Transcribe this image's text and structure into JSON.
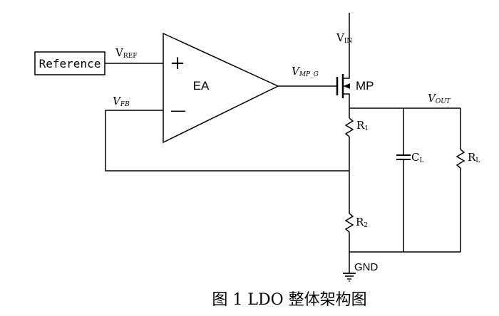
{
  "diagram": {
    "reference_box": "Reference",
    "vref": {
      "main": "V",
      "sub": "REF"
    },
    "vfb": {
      "main": "V",
      "sub": "FB"
    },
    "amp_label": "EA",
    "amp_plus": "+",
    "amp_minus": "—",
    "vmpg": {
      "main": "V",
      "sub": "MP_G"
    },
    "mp_label": "MP",
    "vin": {
      "main": "V",
      "sub": "IN"
    },
    "vout": {
      "main": "V",
      "sub": "OUT"
    },
    "r1": {
      "main": "R",
      "sub": "1"
    },
    "r2": {
      "main": "R",
      "sub": "2"
    },
    "cl": {
      "main": "C",
      "sub": "L"
    },
    "rl": {
      "main": "R",
      "sub": "L"
    },
    "gnd": "GND"
  },
  "caption": "图 1 LDO 整体架构图"
}
